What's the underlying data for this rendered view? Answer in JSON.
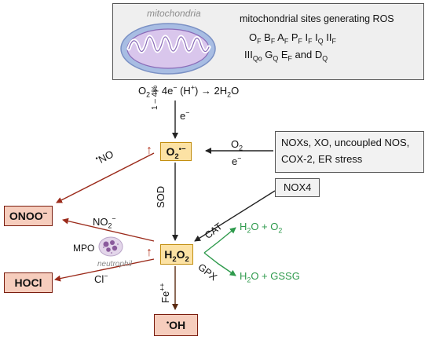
{
  "mito": {
    "label": "mitochondria",
    "title": "mitochondrial sites generating ROS",
    "sites_line1": [
      "O",
      "F",
      " B",
      "F",
      " A",
      "F",
      " P",
      "F",
      " I",
      "F",
      " I",
      "Q",
      " II",
      "F"
    ],
    "sites_line2": [
      "III",
      "Qo",
      " G",
      "Q",
      " E",
      "F",
      " and D",
      "Q"
    ]
  },
  "equation": {
    "o2": "O",
    "o2_sub": "2",
    "mid": " + 4e",
    "mid_sup": "−",
    "h": " (H",
    "h_sup": "+",
    "rest": ") → 2H",
    "h2o_sub": "2",
    "o": "O"
  },
  "labels": {
    "percent": "1 – 4%",
    "eminus": "e",
    "eminus_sup": "−",
    "o2_right": "O",
    "o2_right_sub": "2",
    "e_right": "e",
    "e_right_sup": "−",
    "no_dot": "•",
    "no": "NO",
    "sod": "SOD",
    "no2": "NO",
    "no2_sub": "2",
    "no2_sup": "−",
    "mpo": "MPO",
    "neutrophil": "neutrophil",
    "cl": "Cl",
    "cl_sup": "−",
    "fe": "Fe",
    "fe_sup": "++",
    "cat": "CAT",
    "gpx": "GPX"
  },
  "sources": {
    "line1": "NOXs, XO, uncoupled NOS,",
    "line2": "COX-2, ER stress",
    "nox4": "NOX4"
  },
  "species": {
    "superoxide": "O",
    "superoxide_sub": "2",
    "superoxide_sup": "•−",
    "h2o2_a": "H",
    "h2o2_sub1": "2",
    "h2o2_b": "O",
    "h2o2_sub2": "2",
    "onoo": "ONOO",
    "onoo_sup": "−",
    "hocl": "HOCl",
    "oh_dot": "•",
    "oh": "OH",
    "up_arrow": "↑"
  },
  "products": {
    "cat_prod_a": "H",
    "cat_prod_sub1": "2",
    "cat_prod_b": "O + O",
    "cat_prod_sub2": "2",
    "gpx_prod_a": "H",
    "gpx_prod_sub": "2",
    "gpx_prod_b": "O + GSSG"
  },
  "colors": {
    "red_arrow": "#9b2a1a",
    "green_arrow": "#2e9a4c",
    "black_arrow": "#222222",
    "yellow_box": "#fce2a4",
    "red_box": "#f6cdbd"
  }
}
